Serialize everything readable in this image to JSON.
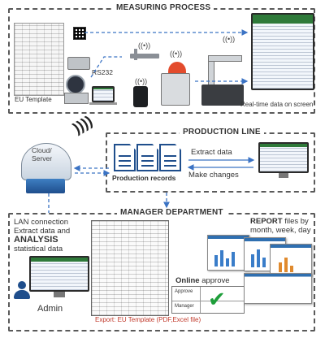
{
  "sections": {
    "measuring": {
      "title": "MEASURING PROCESS"
    },
    "production": {
      "title": "PRODUCTION LINE"
    },
    "manager": {
      "title": "MANAGER DEPARTMENT"
    }
  },
  "measuring": {
    "eu_template_label": "EU Template",
    "rs232_label": "RS232",
    "realtime_label": "Real-time data on screen"
  },
  "production": {
    "cloud_label": "Cloud/\nServer",
    "records_label": "Production records",
    "extract_label": "Extract data",
    "changes_label": "Make changes"
  },
  "manager": {
    "lan_line1": "LAN connection",
    "lan_line2": "Extract data and",
    "lan_analysis": "ANALYSIS",
    "lan_line3": "statistical data",
    "admin_label": "Admin",
    "report_bold": "REPORT",
    "report_rest": " files by",
    "report_line2": "month, week, day",
    "online_bold": "Online",
    "online_rest": " approve",
    "approve_row": "Approve",
    "manager_row": "Manager",
    "export_label": "Export: EU Template (PDF,Excel file)"
  },
  "colors": {
    "arrow_blue": "#3b73c4",
    "doc_blue": "#1f4e8c",
    "check_green": "#1e9e3a",
    "export_red": "#c0392b"
  },
  "icons": [
    "qr-code-icon",
    "wifi-icon",
    "person-icon",
    "document-icon",
    "checkmark-icon",
    "cloud-icon"
  ]
}
